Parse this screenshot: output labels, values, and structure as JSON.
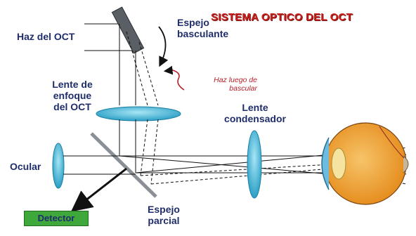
{
  "title": "SISTEMA OPTICO DEL OCT",
  "labels": {
    "haz_oct": "Haz del OCT",
    "espejo_basculante_1": "Espejo",
    "espejo_basculante_2": "basculante",
    "note_1": "Haz luego de",
    "note_2": "bascular",
    "lente_enfoque_1": "Lente de",
    "lente_enfoque_2": "enfoque",
    "lente_enfoque_3": "del OCT",
    "lente_condensador_1": "Lente",
    "lente_condensador_2": "condensador",
    "ocular": "Ocular",
    "detector": "Detector",
    "espejo_parcial_1": "Espejo",
    "espejo_parcial_2": "parcial"
  },
  "colors": {
    "title": "#c8201c",
    "label": "#1f2d6b",
    "note": "#b7212b",
    "lens_fill": "#3fb4d6",
    "detector_fill": "#3ea83a",
    "mirror": "#5a5f66",
    "eye_orange": "#e48a1a"
  }
}
